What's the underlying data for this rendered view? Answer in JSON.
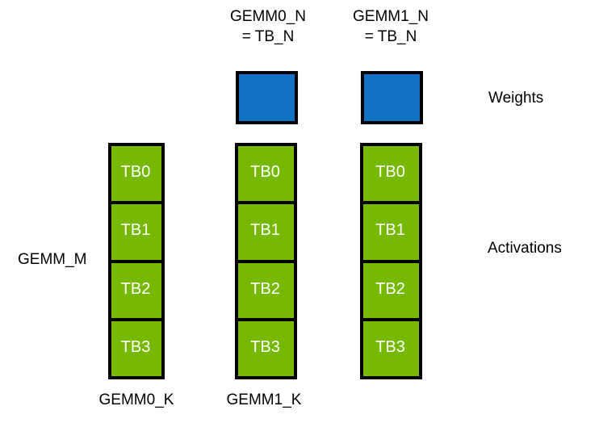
{
  "diagram": {
    "title_labels": {
      "gemm0_n": "GEMM0_N\n= TB_N",
      "gemm1_n": "GEMM1_N\n= TB_N"
    },
    "side_labels": {
      "weights": "Weights",
      "activations": "Activations",
      "gemm_m": "GEMM_M"
    },
    "bottom_labels": {
      "gemm0_k": "GEMM0_K",
      "gemm1_k": "GEMM1_K"
    },
    "colors": {
      "weights_fill": "#0F72C4",
      "activations_fill": "#76B900",
      "border": "#000000",
      "cell_text": "#FFFFFF",
      "label_text": "#000000",
      "background": "#FFFFFF"
    },
    "weight_blocks": [
      {
        "name": "gemm0-weights",
        "label": ""
      },
      {
        "name": "gemm1-weights",
        "label": ""
      }
    ],
    "activation_columns": [
      {
        "name": "activations-column-0",
        "cells": [
          "TB0",
          "TB1",
          "TB2",
          "TB3"
        ]
      },
      {
        "name": "activations-column-1",
        "cells": [
          "TB0",
          "TB1",
          "TB2",
          "TB3"
        ]
      },
      {
        "name": "activations-column-2",
        "cells": [
          "TB0",
          "TB1",
          "TB2",
          "TB3"
        ]
      }
    ]
  }
}
